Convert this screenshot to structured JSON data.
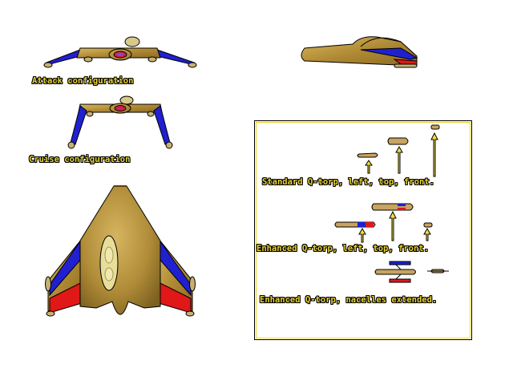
{
  "labels": {
    "attack": "Attack configuration",
    "cruise": "Cruise configuration",
    "standard_torp": "Standard Q-torp, left, top, front.",
    "enhanced_torp": "Enhanced Q-torp, left, top, front.",
    "enhanced_nacelles": "Enhanced Q-torp, nacelles extended."
  },
  "colors": {
    "hull_gold": "#b8963c",
    "hull_dark": "#7a5e20",
    "wing_blue": "#1e1ed2",
    "wing_red": "#e01818",
    "cockpit_pale": "#e6de9a",
    "label_yellow": "#e8d230",
    "arrow_yellow": "#f0e040"
  }
}
